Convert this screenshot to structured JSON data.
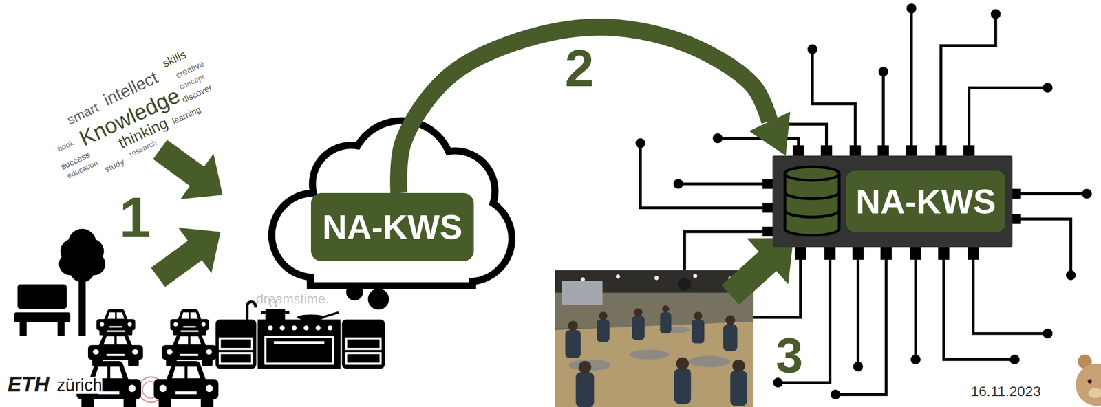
{
  "diagram": {
    "nodes": [
      {
        "text": [
          "NA-KWS"
        ]
      },
      {
        "text": [
          "NA-KWS"
        ]
      }
    ],
    "edges": [
      {
        "from": 0,
        "to": 1,
        "arrow": "to",
        "label": "2"
      }
    ],
    "labels": [
      "1",
      "3",
      "16.11.2023",
      "ETH",
      "zürich",
      "dreamstime.",
      "Knowledge",
      "intellect",
      "thinking",
      "smart",
      "skills",
      "success",
      "education",
      "study",
      "learning",
      "research",
      "creative",
      "concept",
      "discover",
      "book"
    ]
  }
}
